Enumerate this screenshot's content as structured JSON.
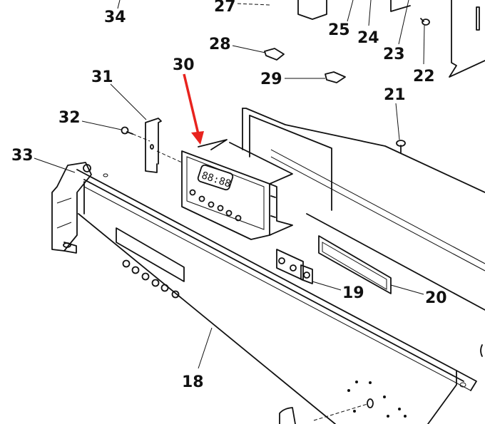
{
  "diagram": {
    "type": "exploded-parts-diagram",
    "highlighted_part": "30",
    "highlight_color": "#e8231e",
    "line_color": "#111111",
    "background": "#ffffff",
    "callouts": [
      {
        "id": "p18",
        "label": "18"
      },
      {
        "id": "p19",
        "label": "19"
      },
      {
        "id": "p20",
        "label": "20"
      },
      {
        "id": "p21",
        "label": "21"
      },
      {
        "id": "p22",
        "label": "22"
      },
      {
        "id": "p23",
        "label": "23"
      },
      {
        "id": "p24",
        "label": "24"
      },
      {
        "id": "p25",
        "label": "25"
      },
      {
        "id": "p27",
        "label": "27"
      },
      {
        "id": "p28",
        "label": "28"
      },
      {
        "id": "p29",
        "label": "29"
      },
      {
        "id": "p30",
        "label": "30"
      },
      {
        "id": "p31",
        "label": "31"
      },
      {
        "id": "p32",
        "label": "32"
      },
      {
        "id": "p33",
        "label": "33"
      },
      {
        "id": "p34",
        "label": "34"
      }
    ],
    "clock_display": "88:88"
  }
}
